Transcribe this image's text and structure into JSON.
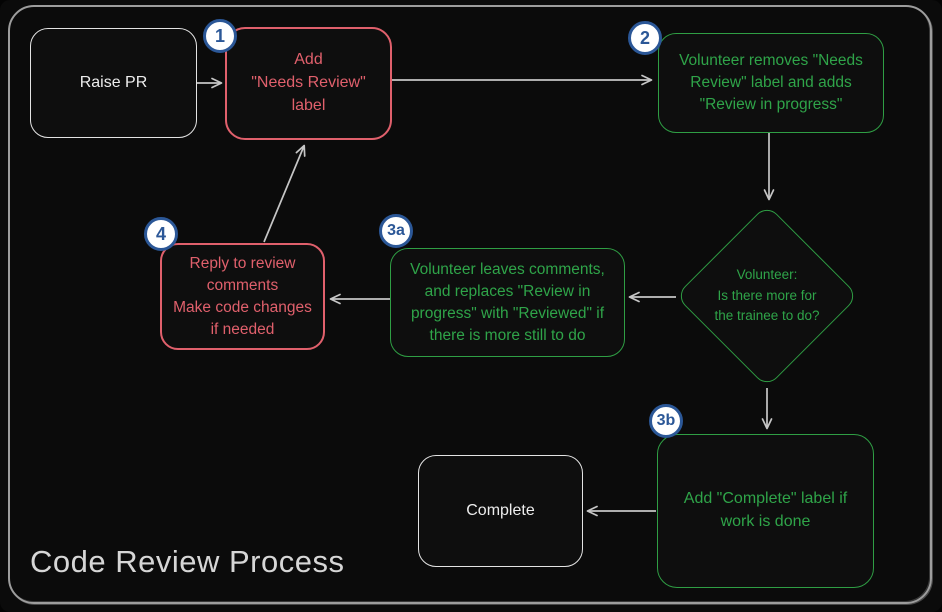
{
  "title": "Code Review Process",
  "colors": {
    "background": "#0b0b0b",
    "frame_border": "#9d9d9d",
    "accent_red": "#e0606c",
    "accent_green": "#2f9e44",
    "neutral_border": "#e3e3e3",
    "badge_blue": "#2b5797",
    "badge_fill": "#ffffff",
    "arrow_gray": "#c6c6c6",
    "title_gray": "#d6d6d6"
  },
  "nodes": {
    "raise_pr": {
      "label": "Raise PR"
    },
    "step1": {
      "badge": "1",
      "label": "Add\n\"Needs Review\"\nlabel"
    },
    "step2": {
      "badge": "2",
      "label": "Volunteer removes \"Needs\nReview\" label and adds\n\"Review in progress\""
    },
    "decision": {
      "label": "Volunteer:\nIs there more for\nthe trainee to do?"
    },
    "step3a": {
      "badge": "3a",
      "label": "Volunteer leaves comments,\nand replaces \"Review in\nprogress\" with \"Reviewed\" if\nthere is more still to do"
    },
    "step4": {
      "badge": "4",
      "label": "Reply to review\ncomments\nMake code changes\nif needed"
    },
    "step3b": {
      "badge": "3b",
      "label": "Add \"Complete\" label if\nwork is done"
    },
    "complete": {
      "label": "Complete"
    }
  }
}
